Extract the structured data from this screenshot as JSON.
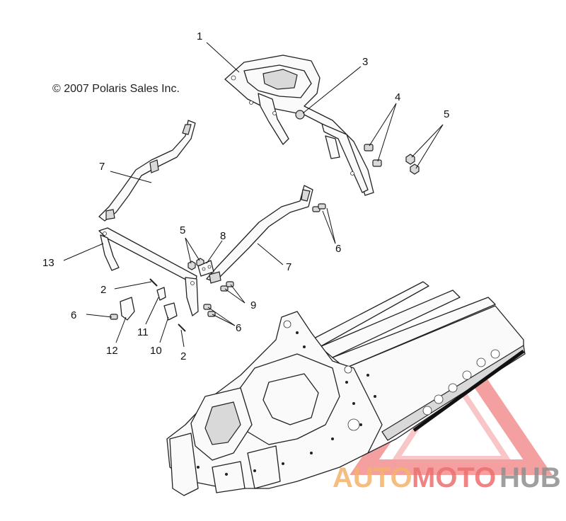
{
  "copyright": "© 2007 Polaris Sales Inc.",
  "callouts": {
    "c1": "1",
    "c2a": "2",
    "c2b": "2",
    "c3": "3",
    "c4": "4",
    "c5a": "5",
    "c5b": "5",
    "c6a": "6",
    "c6b": "6",
    "c6c": "6",
    "c7a": "7",
    "c7b": "7",
    "c8": "8",
    "c9": "9",
    "c10": "10",
    "c11": "11",
    "c12": "12",
    "c13": "13"
  },
  "watermark": {
    "part1": "AUTO",
    "part2": "MOTO",
    "part3": "HUB",
    "color_primary": "#f4a261",
    "color_secondary": "#e05b5b",
    "color_dark": "#8a8a8a"
  }
}
